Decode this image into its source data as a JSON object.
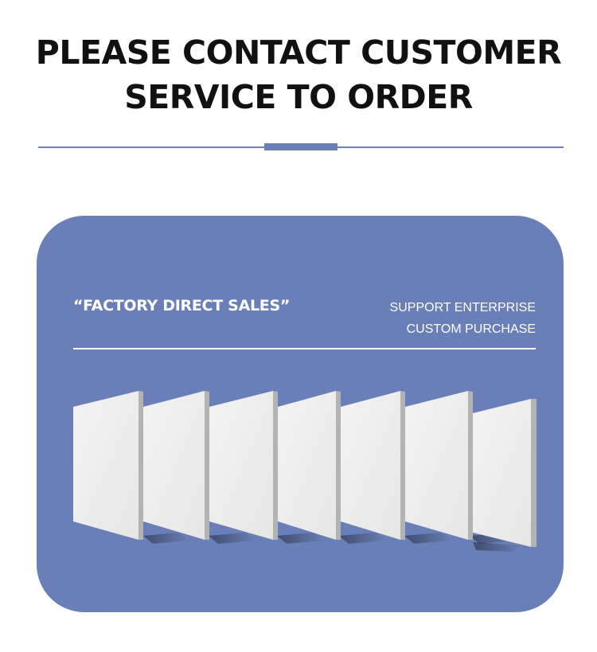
{
  "headline": {
    "line1": "PLEASE CONTACT CUSTOMER",
    "line2": "SERVICE TO ORDER"
  },
  "card": {
    "tagline": "“FACTORY DIRECT SALES”",
    "support_line1": "SUPPORT ENTERPRISE",
    "support_line2": "CUSTOM PURCHASE"
  },
  "colors": {
    "accent": "#6a7fb7",
    "headline": "#111111",
    "panel_face": "#ececec",
    "panel_edge": "#b3b3b3"
  },
  "product_image": {
    "panel_count": 7
  }
}
